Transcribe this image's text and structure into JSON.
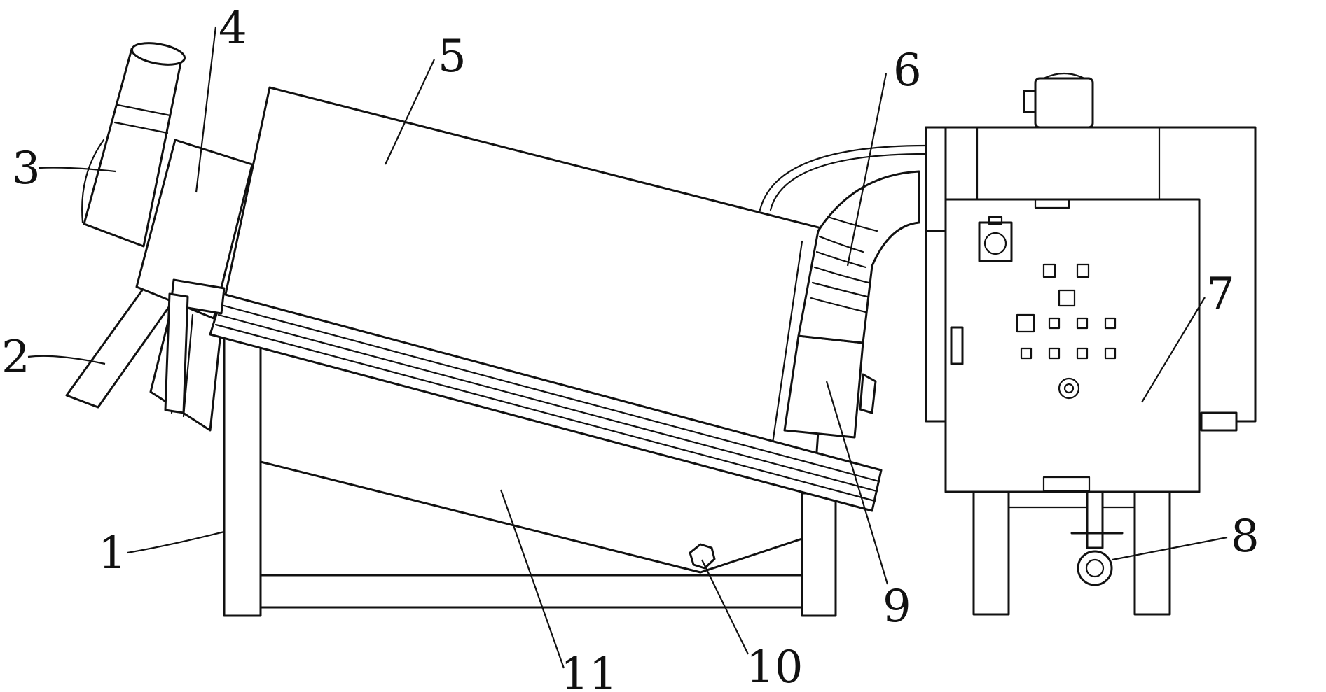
{
  "labels": [
    {
      "id": "1",
      "text": "1"
    },
    {
      "id": "2",
      "text": "2"
    },
    {
      "id": "3",
      "text": "3"
    },
    {
      "id": "4",
      "text": "4"
    },
    {
      "id": "5",
      "text": "5"
    },
    {
      "id": "6",
      "text": "6"
    },
    {
      "id": "7",
      "text": "7"
    },
    {
      "id": "8",
      "text": "8"
    },
    {
      "id": "9",
      "text": "9"
    },
    {
      "id": "10",
      "text": "10"
    },
    {
      "id": "11",
      "text": "11"
    }
  ],
  "colors": {
    "line": "#111111",
    "background": "#ffffff"
  }
}
